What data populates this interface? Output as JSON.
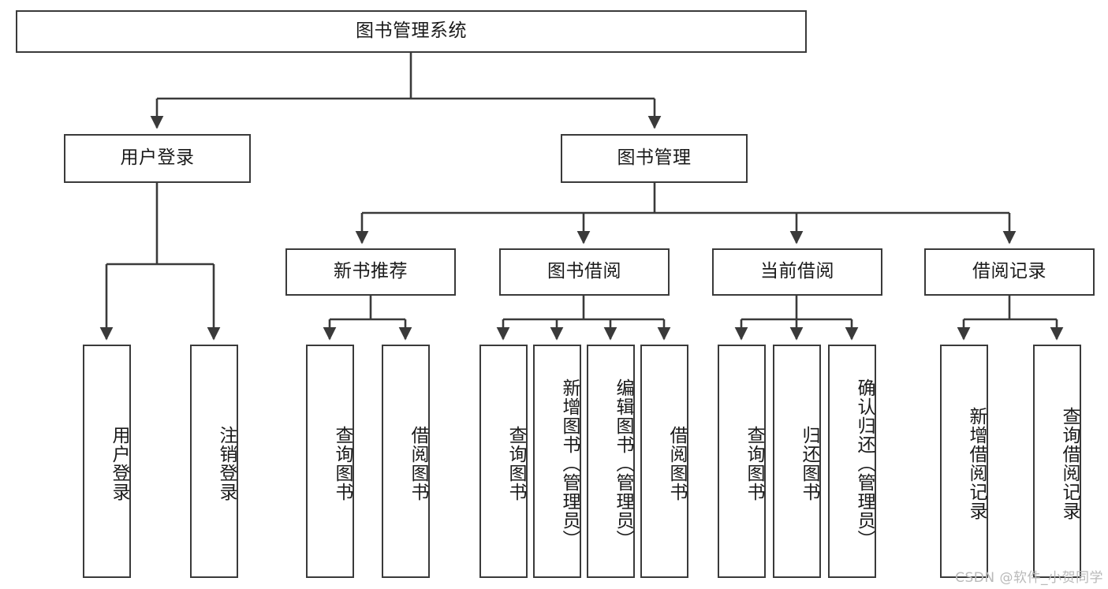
{
  "diagram": {
    "title": "图书管理系统",
    "type": "tree",
    "stroke_color": "#3a3a3a",
    "fill_color": "#ffffff",
    "text_color": "#1a1a1a",
    "watermark": "CSDN @软件_小贺同学"
  },
  "nodes": {
    "root": {
      "label": "图书管理系统"
    },
    "level2": [
      {
        "label": "用户登录"
      },
      {
        "label": "图书管理"
      }
    ],
    "level3": [
      {
        "label": "新书推荐"
      },
      {
        "label": "图书借阅"
      },
      {
        "label": "当前借阅"
      },
      {
        "label": "借阅记录"
      }
    ],
    "leaves": [
      {
        "label": "用户登录",
        "parent": "用户登录"
      },
      {
        "label": "注销登录",
        "parent": "用户登录"
      },
      {
        "label": "查询图书",
        "parent": "新书推荐"
      },
      {
        "label": "借阅图书",
        "parent": "新书推荐"
      },
      {
        "label": "查询图书",
        "parent": "图书借阅"
      },
      {
        "label": "新增图书（管理员）",
        "parent": "图书借阅"
      },
      {
        "label": "编辑图书（管理员）",
        "parent": "图书借阅"
      },
      {
        "label": "借阅图书",
        "parent": "图书借阅"
      },
      {
        "label": "查询图书",
        "parent": "当前借阅"
      },
      {
        "label": "归还图书",
        "parent": "当前借阅"
      },
      {
        "label": "确认归还（管理员）",
        "parent": "当前借阅"
      },
      {
        "label": "新增借阅记录",
        "parent": "借阅记录"
      },
      {
        "label": "查询借阅记录",
        "parent": "借阅记录"
      }
    ]
  }
}
